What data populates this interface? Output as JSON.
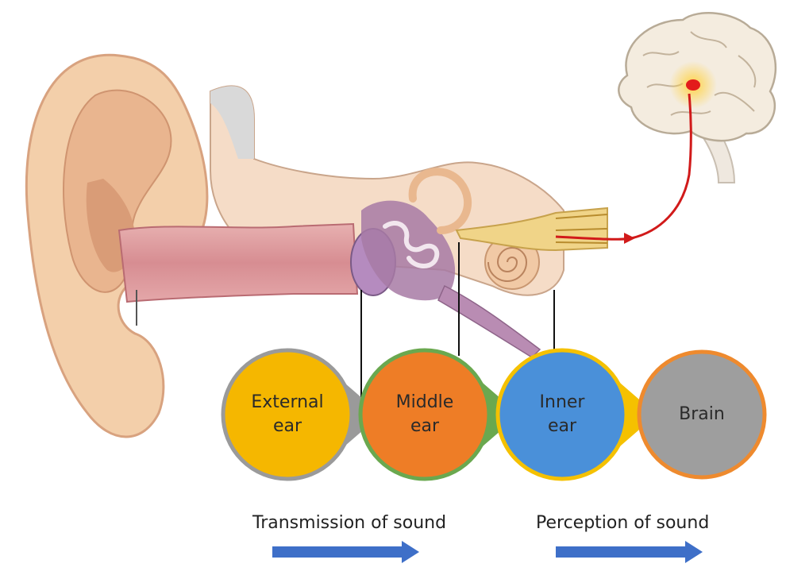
{
  "stages": [
    {
      "id": "external",
      "label": "External\near",
      "fill": "#f5b700",
      "ring": "#9a9a9a"
    },
    {
      "id": "middle",
      "label": "Middle\near",
      "fill": "#ee7d26",
      "ring": "#6aa84f"
    },
    {
      "id": "inner",
      "label": "Inner\near",
      "fill": "#4a90d9",
      "ring": "#f5c100"
    },
    {
      "id": "brain",
      "label": "Brain",
      "fill": "#9e9e9e",
      "ring": "#ee8a2e"
    }
  ],
  "captions": {
    "transmission": "Transmission of sound",
    "perception": "Perception of sound"
  },
  "colors": {
    "arrow_blue": "#3e6fc8",
    "nerve_red": "#d11a1a",
    "pointer_line": "#111111",
    "skin": "#f2c9a3",
    "canal": "#e2a3a6"
  },
  "illustrations": {
    "ear": "ear-anatomy-cross-section",
    "brain": "brain-with-auditory-cortex-highlight"
  }
}
